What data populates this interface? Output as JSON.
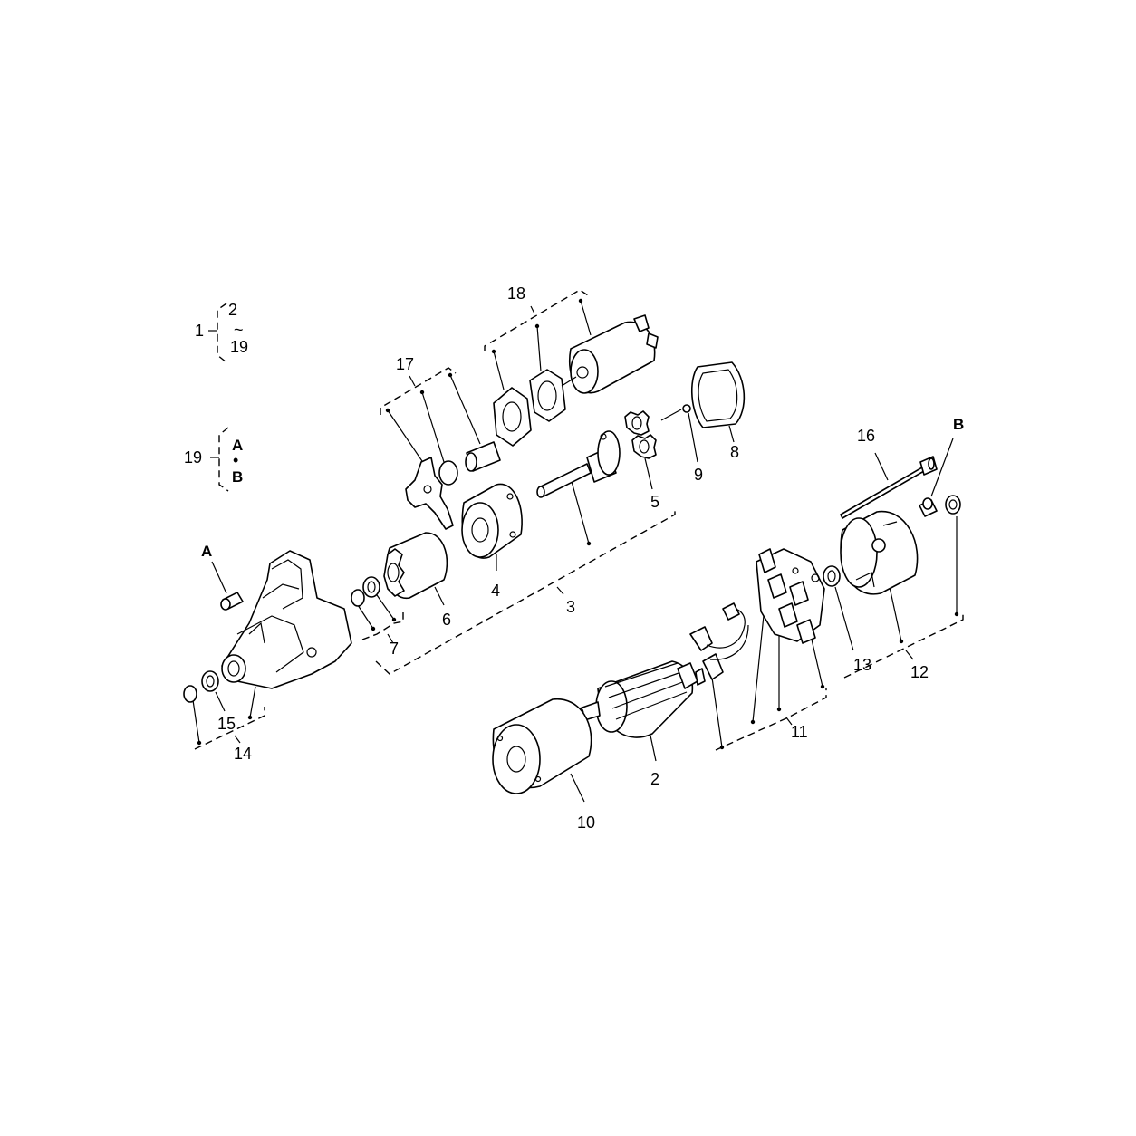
{
  "labels": {
    "n1": "1",
    "n2": "2",
    "tilde": "~",
    "n19": "19",
    "g19": "19",
    "gA": "A",
    "gdot": "•",
    "gB": "B",
    "n18": "18",
    "n17": "17",
    "n16": "16",
    "nB": "B",
    "n8": "8",
    "n9": "9",
    "n5": "5",
    "nA": "A",
    "n6": "6",
    "n4": "4",
    "n3": "3",
    "n7": "7",
    "n13": "13",
    "n12": "12",
    "n15": "15",
    "n14": "14",
    "n11": "11",
    "n2b": "2",
    "n10": "10"
  },
  "colors": {
    "line": "#000000",
    "background": "#ffffff"
  }
}
